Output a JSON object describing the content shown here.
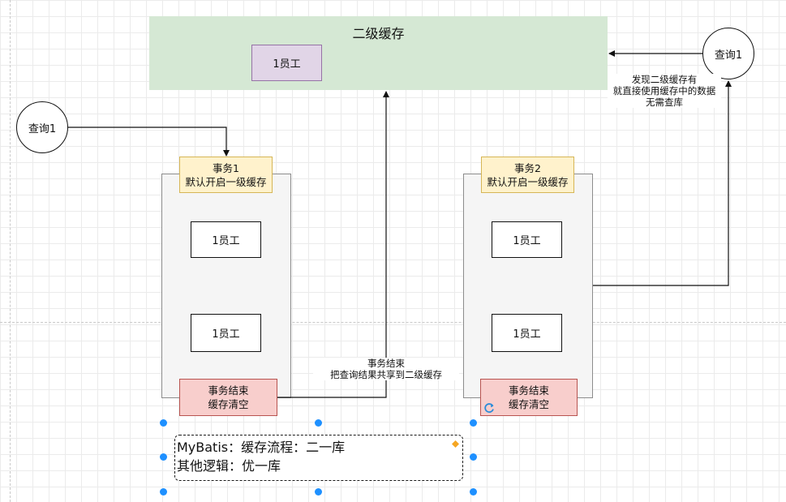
{
  "l2_cache": {
    "title": "二级缓存",
    "item": "1员工"
  },
  "query_left": {
    "label": "查询1"
  },
  "query_right": {
    "label": "查询1"
  },
  "transaction1": {
    "title": "事务1",
    "subtitle": "默认开启一级缓存",
    "items": [
      "1员工",
      "1员工"
    ],
    "end_line1": "事务结束",
    "end_line2": "缓存清空"
  },
  "transaction2": {
    "title": "事务2",
    "subtitle": "默认开启一级缓存",
    "items": [
      "1员工",
      "1员工"
    ],
    "end_line1": "事务结束",
    "end_line2": "缓存清空"
  },
  "share_label": {
    "line1": "事务结束",
    "line2": "把查询结果共享到二级缓存"
  },
  "found_label": {
    "line1": "发现二级缓存有",
    "line2": "就直接使用缓存中的数据",
    "line3": "无需查库"
  },
  "note": {
    "line1": "MyBatis：缓存流程：二一库",
    "line2": "其他逻辑：优一库"
  },
  "colors": {
    "l2_fill": "#d5e8d4",
    "item_fill": "#e1d5e7",
    "header_fill": "#fff2cc",
    "end_fill": "#f8cecc",
    "panel_fill": "#f5f5f5",
    "selection": "#1e90ff",
    "note_marker": "#f5a623"
  },
  "icons": [
    "refresh-icon",
    "diamond-handle-icon"
  ]
}
